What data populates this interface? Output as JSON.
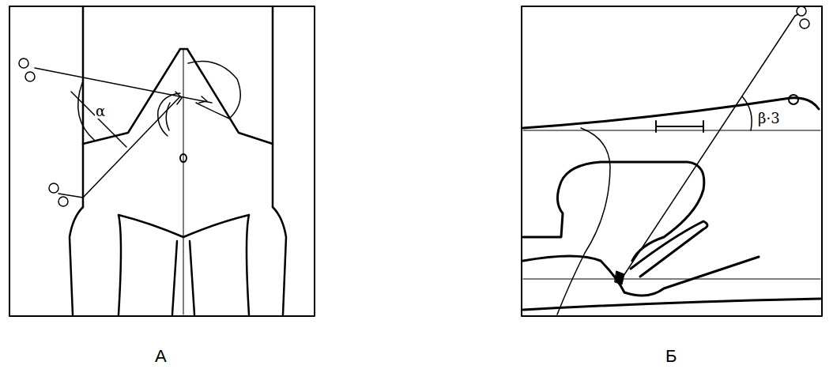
{
  "diagram": {
    "labels": [
      "α",
      "β·3",
      "А",
      "Б"
    ]
  }
}
